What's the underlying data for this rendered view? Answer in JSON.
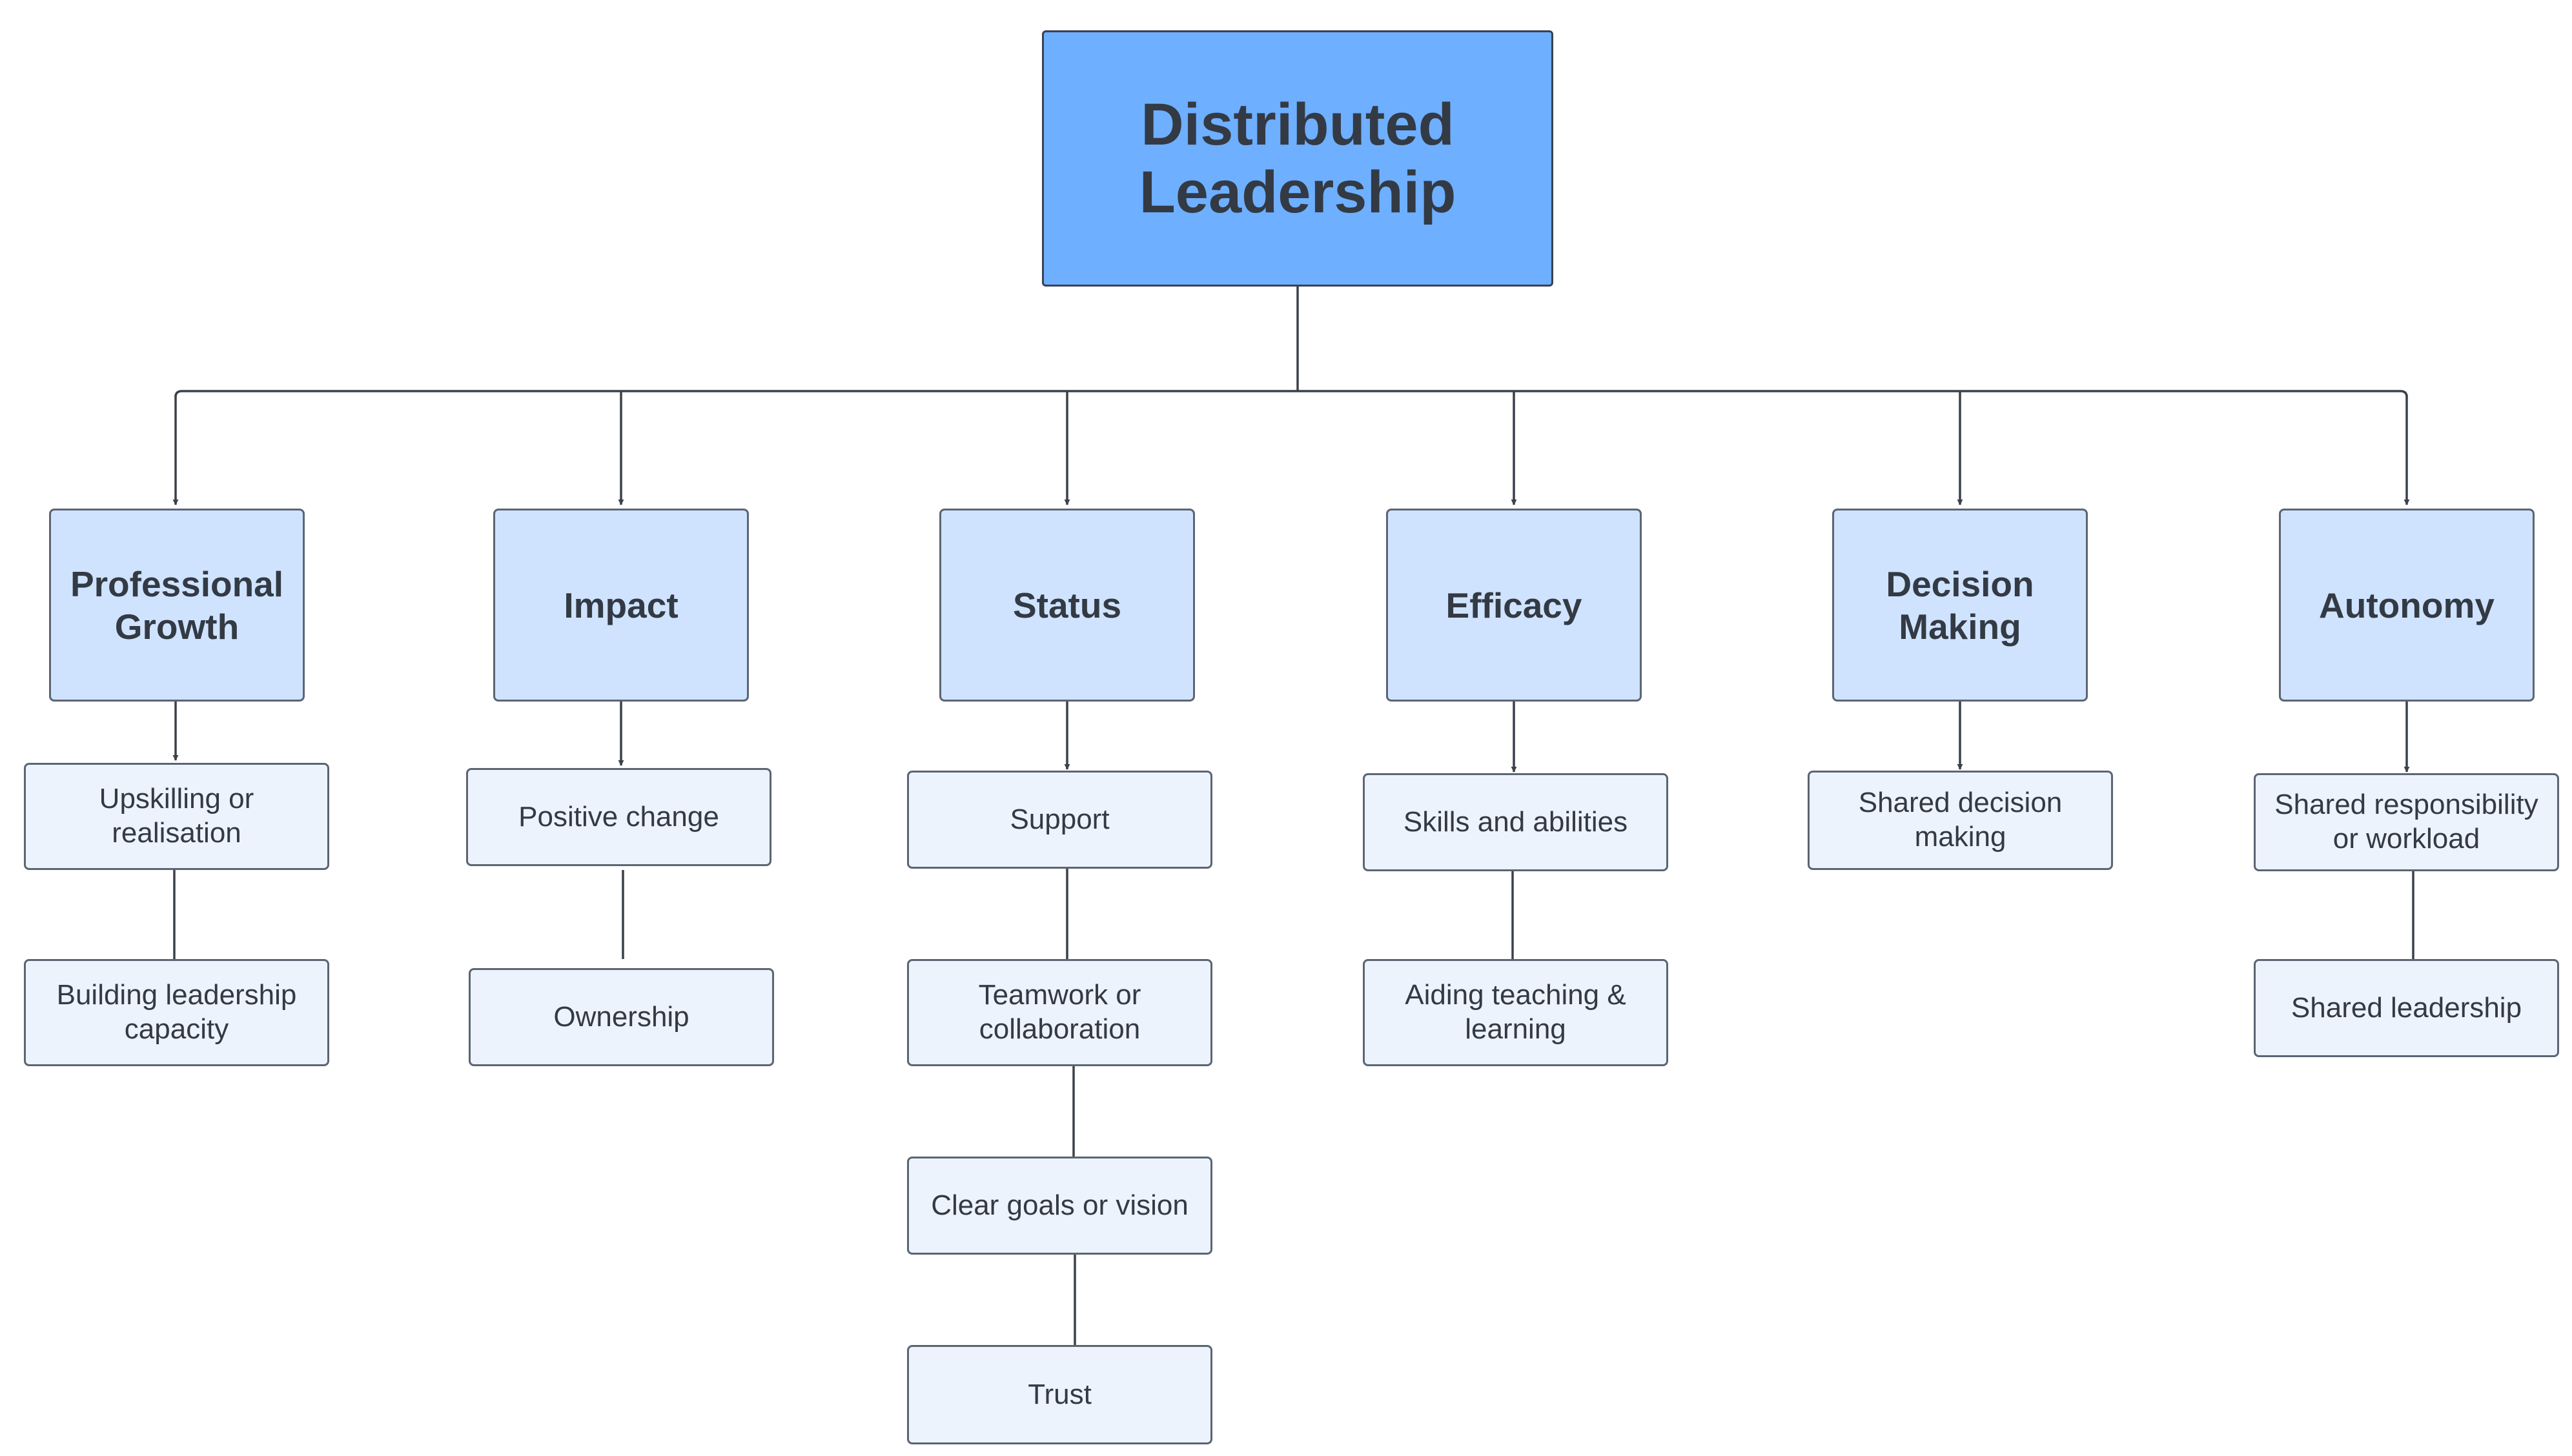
{
  "root": {
    "label": "Distributed Leadership"
  },
  "categories": [
    {
      "label": "Professional Growth",
      "items": [
        "Upskilling or realisation",
        "Building leadership capacity"
      ]
    },
    {
      "label": "Impact",
      "items": [
        "Positive change",
        "Ownership"
      ]
    },
    {
      "label": "Status",
      "items": [
        "Support",
        "Teamwork or collaboration",
        "Clear goals or vision",
        "Trust"
      ]
    },
    {
      "label": "Efficacy",
      "items": [
        "Skills and abilities",
        "Aiding teaching & learning"
      ]
    },
    {
      "label": "Decision Making",
      "items": [
        "Shared decision making"
      ]
    },
    {
      "label": "Autonomy",
      "items": [
        "Shared responsibility or workload",
        "Shared leadership"
      ]
    }
  ],
  "colors": {
    "root_fill": "#6eafff",
    "category_fill": "#cfe3ff",
    "item_fill": "#edf3fd",
    "stroke": "#3a414a",
    "text": "#333a44"
  }
}
